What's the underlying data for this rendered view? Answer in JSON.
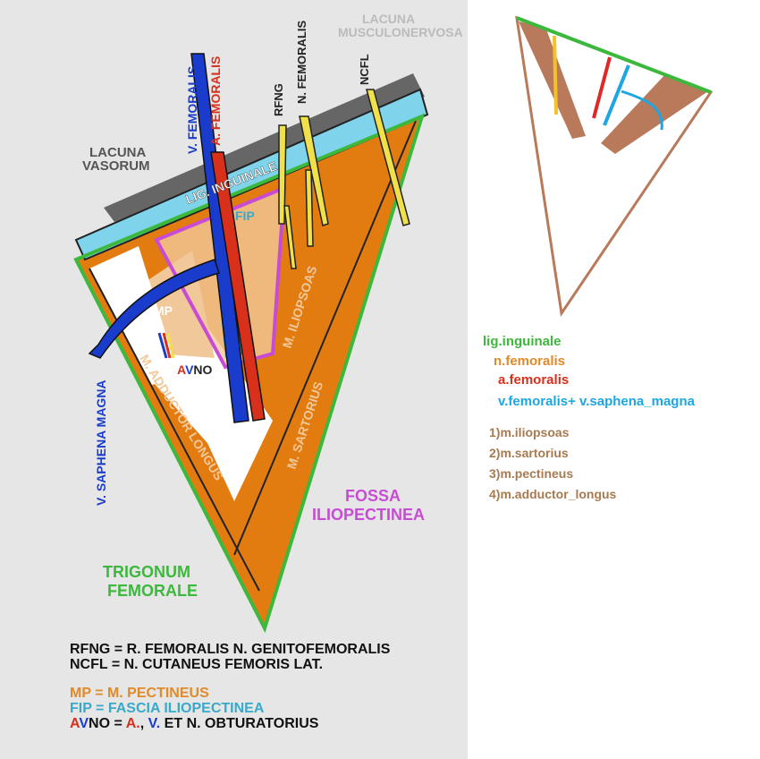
{
  "colors": {
    "muscle_orange": "#e37c10",
    "pale_orange": "#f1c89a",
    "skin_green": "#3cb83c",
    "ligament_blue": "#7fd3ea",
    "vein_blue": "#1a3ccc",
    "artery_red": "#d9301c",
    "nerve_yellow": "#f0e04a",
    "fossa_magenta": "#c84bd6",
    "lacuna_gray": "#666666",
    "diagram_brown": "#b87a5a",
    "diag_yellow": "#f5c12a",
    "diag_red": "#e0282a",
    "diag_blue": "#1ca6e2",
    "legend_orange": "#e08a2a",
    "legend_brown": "#a87a50"
  },
  "labels": {
    "lacuna_musculonervosa_1": "LACUNA",
    "lacuna_musculonervosa_2": "MUSCULONERVOSA",
    "lacuna_vasorum_1": "LACUNA",
    "lacuna_vasorum_2": "VASORUM",
    "v_femoralis": "V. FEMORALIS",
    "a_femoralis": "A. FEMORALIS",
    "rfng": "RFNG",
    "n_femoralis": "N. FEMORALIS",
    "ncfl": "NCFL",
    "lig_inguinale": "LIG. INGUINALE",
    "fip": "FIP",
    "mp": "MP",
    "m_iliopsoas": "M. ILIOPSOAS",
    "avno_a": "A",
    "avno_v": "V",
    "avno_rest": "NO",
    "v_saphena_magna": "V. SAPHENA MAGNA",
    "m_adductor_longus": "M. ADDUCTOR LONGUS",
    "m_sartorius": "M. SARTORIUS",
    "fossa_1": "FOSSA",
    "fossa_2": "ILIOPECTINEA",
    "trigonum_1": "TRIGONUM",
    "trigonum_2": "FEMORALE"
  },
  "legend": {
    "rfng_def": "RFNG = R. FEMORALIS N. GENITOFEMORALIS",
    "ncfl_def": "NCFL = N. CUTANEUS FEMORIS LAT.",
    "mp_def": "MP = M. PECTINEUS",
    "fip_def": "FIP = FASCIA ILIOPECTINEA",
    "avno_a": "A",
    "avno_v": "V",
    "avno_mid": "NO = ",
    "avno_a2": "A.",
    "avno_comma": ", ",
    "avno_v2": "V.",
    "avno_tail": " ET N. OBTURATORIUS"
  },
  "right_legend": {
    "lig": "lig.inguinale",
    "n_fem": "n.femoralis",
    "a_fem": "a.femoralis",
    "v_fem": "v.femoralis+ v.saphena_magna",
    "m1": "1)m.iliopsoas",
    "m2": "2)m.sartorius",
    "m3": "3)m.pectineus",
    "m4": "4)m.adductor_longus"
  }
}
